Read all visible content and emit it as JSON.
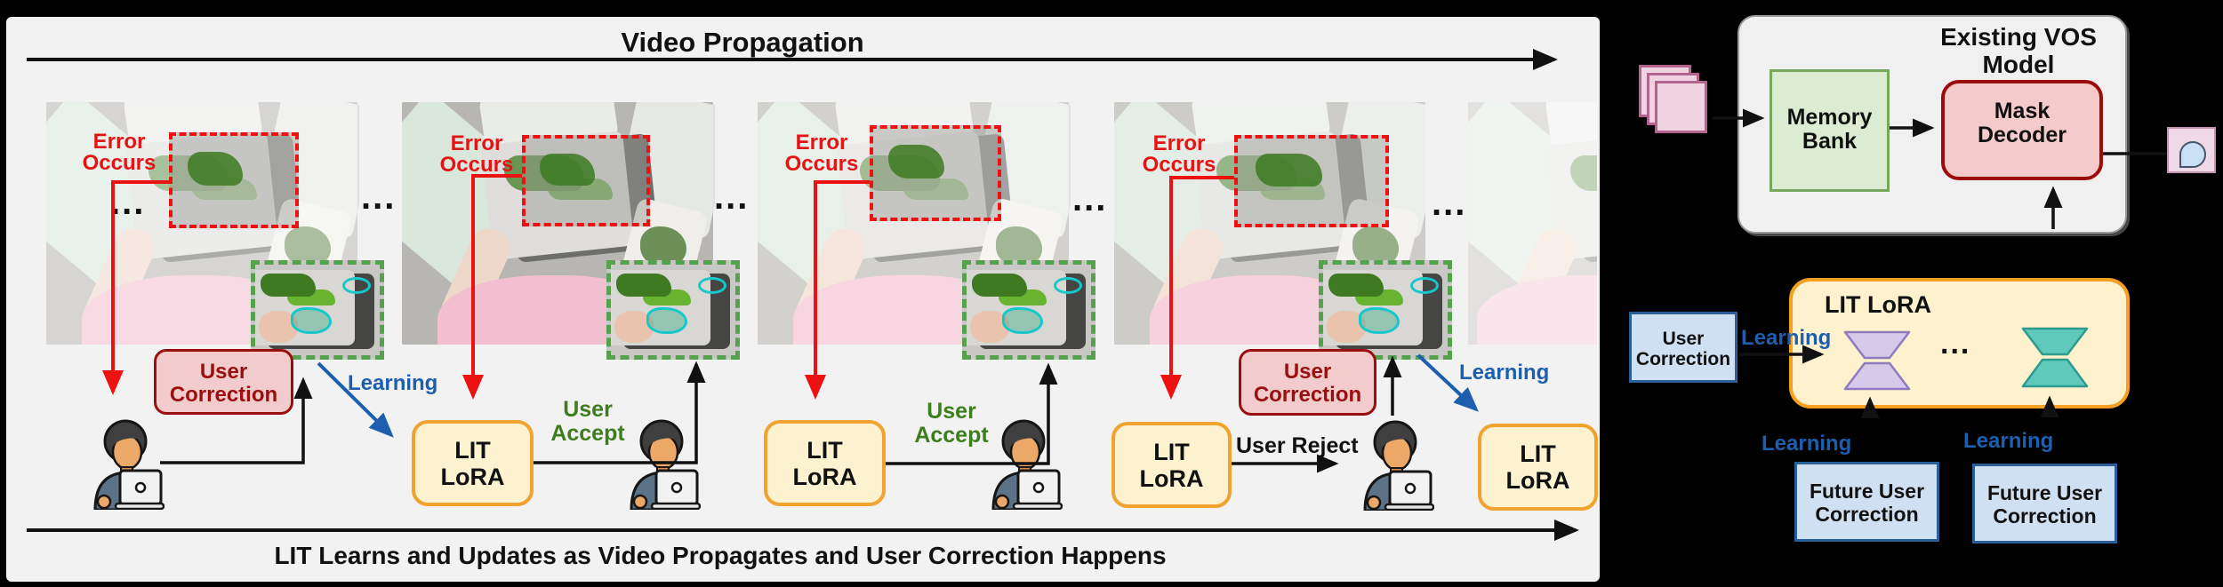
{
  "left_panel": {
    "title": "Video Propagation",
    "bottom_caption": "LIT Learns and Updates as Video Propagates and User Correction Happens",
    "ellipsis": "...",
    "frames": [
      {
        "error_l1": "Error",
        "error_l2": "Occurs"
      },
      {
        "error_l1": "Error",
        "error_l2": "Occurs"
      },
      {
        "error_l1": "Error",
        "error_l2": "Occurs"
      },
      {
        "error_l1": "Error",
        "error_l2": "Occurs"
      },
      {}
    ],
    "labels": {
      "user_correction_l1": "User",
      "user_correction_l2": "Correction",
      "learning": "Learning",
      "user_accept_l1": "User",
      "user_accept_l2": "Accept",
      "user_reject": "User Reject",
      "lit_l1": "LIT",
      "lit_l2": "LoRA"
    }
  },
  "right_panel": {
    "vos": {
      "title_l1": "Existing VOS",
      "title_l2": "Model",
      "memory_l1": "Memory",
      "memory_l2": "Bank",
      "decoder_l1": "Mask",
      "decoder_l2": "Decoder"
    },
    "lora": {
      "title": "LIT LoRA",
      "ellipsis": "...",
      "learning": "Learning",
      "user_correction_l1": "User",
      "user_correction_l2": "Correction",
      "future_l1": "Future User",
      "future_l2": "Correction"
    }
  },
  "colors": {
    "background": "#000000",
    "panel_gray": "#F2F2F2",
    "error_red": "#ED1111",
    "correction_fill": "#F2CCCC",
    "correction_border": "#990F0F",
    "lit_fill": "#FDF2D0",
    "lit_border": "#F2A22E",
    "learning_blue": "#1D5FAE",
    "accept_green": "#3E7D1E",
    "inset_green": "#55A14E",
    "memory_fill": "#DCECD2",
    "memory_border": "#76A75C",
    "decoder_fill": "#F4CBCA",
    "decoder_border": "#9C0C0C",
    "frame_stack_pink": "#F0D3E1",
    "mask_blue": "#C8DFF5",
    "blue_box_fill": "#CFE0F2",
    "blue_box_border": "#2A6099",
    "lora_adapter_purple": "#D5CBE9",
    "lora_adapter_teal": "#5FC9BC"
  }
}
